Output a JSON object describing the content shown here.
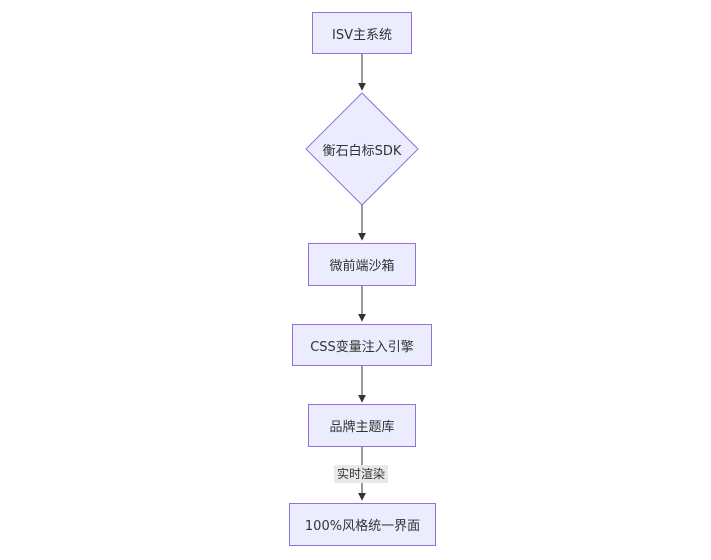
{
  "diagram": {
    "type": "flowchart",
    "direction": "top-down",
    "colors": {
      "node_fill": "#ECECFF",
      "node_stroke": "#9370DB",
      "edge": "#333333",
      "text": "#333333",
      "edge_label_bg": "#E8E8E8"
    },
    "nodes": [
      {
        "id": "isv",
        "label": "ISV主系统",
        "shape": "rect"
      },
      {
        "id": "sdk",
        "label": "衡石白标SDK",
        "shape": "diamond"
      },
      {
        "id": "sandbox",
        "label": "微前端沙箱",
        "shape": "rect"
      },
      {
        "id": "css_engine",
        "label": "CSS变量注入引擎",
        "shape": "rect"
      },
      {
        "id": "theme_lib",
        "label": "品牌主题库",
        "shape": "rect"
      },
      {
        "id": "unified",
        "label": "100%风格统一界面",
        "shape": "rect"
      }
    ],
    "edges": [
      {
        "from": "isv",
        "to": "sdk",
        "label": ""
      },
      {
        "from": "sdk",
        "to": "sandbox",
        "label": ""
      },
      {
        "from": "sandbox",
        "to": "css_engine",
        "label": ""
      },
      {
        "from": "css_engine",
        "to": "theme_lib",
        "label": ""
      },
      {
        "from": "theme_lib",
        "to": "unified",
        "label": "实时渲染"
      }
    ]
  }
}
